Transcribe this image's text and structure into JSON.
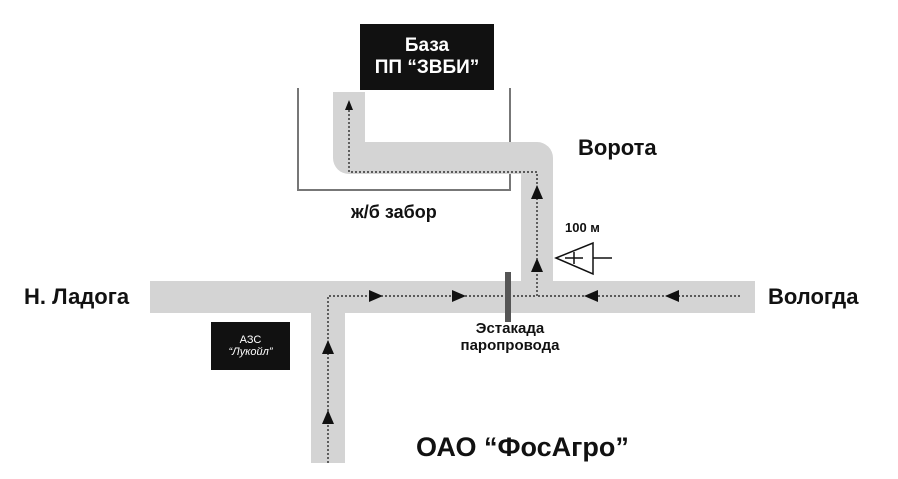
{
  "colors": {
    "road": "#d4d4d4",
    "ink": "#111111",
    "box_text": "#ffffff",
    "overpass": "#555555",
    "fence": "#777777"
  },
  "base": {
    "line1": "База",
    "line2": "ПП “ЗВБИ”"
  },
  "gate": "Ворота",
  "fence": "ж/б забор",
  "distance": "100 м",
  "city_left": "Н. Ладога",
  "city_right": "Вологда",
  "gas_station": {
    "line1": "АЗС",
    "line2": "“Лукойл”"
  },
  "overpass": {
    "line1": "Эстакада",
    "line2": "паропровода"
  },
  "company": "ОАО “ФосАгро”",
  "icons": [
    "distance-pointer-icon",
    "route-arrow-icon"
  ]
}
